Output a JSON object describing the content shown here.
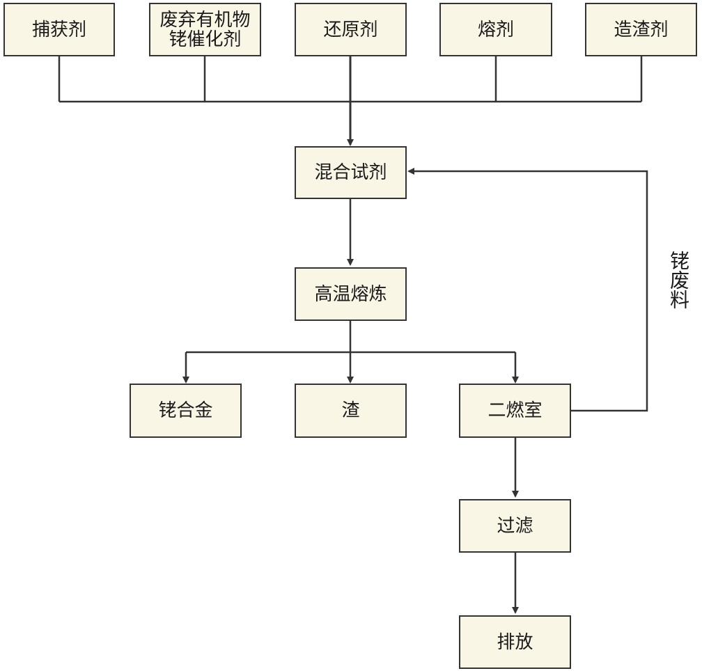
{
  "inputs": [
    {
      "label": "捕获剂"
    },
    {
      "line1": "废弃有机物",
      "line2": "铑催化剂"
    },
    {
      "label": "还原剂"
    },
    {
      "label": "熔剂"
    },
    {
      "label": "造渣剂"
    }
  ],
  "process": {
    "mix": "混合试剂",
    "smelt": "高温熔炼"
  },
  "outputs": {
    "alloy": "铑合金",
    "slag": "渣",
    "secondary_chamber": "二燃室"
  },
  "post": {
    "filter": "过滤",
    "discharge": "排放"
  },
  "recycle_label": "铑废料",
  "colors": {
    "box_fill": "#faf6e6",
    "stroke": "#333333"
  }
}
